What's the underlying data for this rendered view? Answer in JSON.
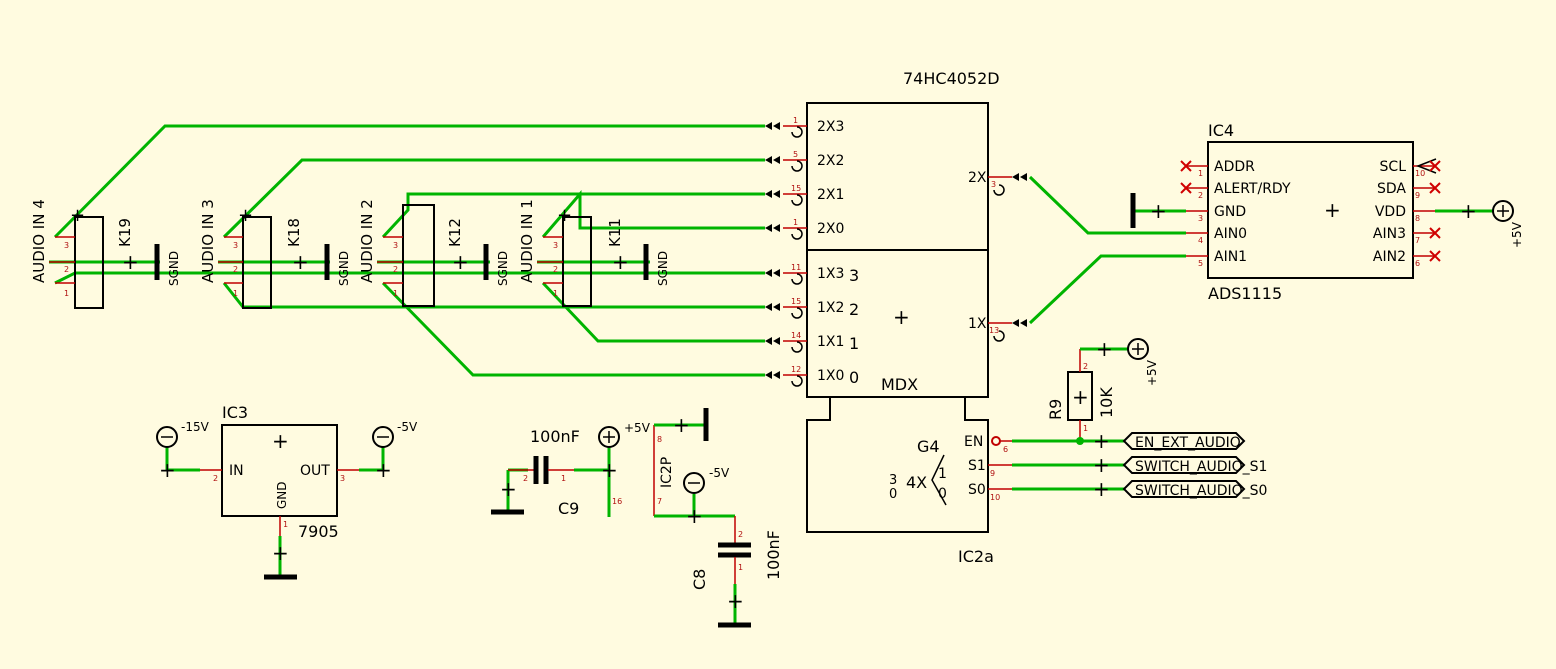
{
  "chips": {
    "mux": {
      "name": "74HC4052D",
      "part": "IC2a",
      "block_label": "MDX",
      "pins_left": [
        {
          "label": "2X3",
          "num": "1"
        },
        {
          "label": "2X2",
          "num": "5"
        },
        {
          "label": "2X1",
          "num": "15"
        },
        {
          "label": "2X0",
          "num": "1"
        },
        {
          "label": "1X3",
          "num": "11"
        },
        {
          "label": "1X2",
          "num": "15"
        },
        {
          "label": "1X1",
          "num": "14"
        },
        {
          "label": "1X0",
          "num": "12"
        }
      ],
      "channel_digits": [
        "3",
        "2",
        "1",
        "0"
      ],
      "pins_right": [
        {
          "label": "2X",
          "num": "3"
        },
        {
          "label": "1X",
          "num": "13"
        }
      ],
      "ctrl": {
        "gate": "G4",
        "range_label": "4X",
        "frac_num": "1",
        "frac_den": "0",
        "left_digit_top": "3",
        "left_digit_bottom": "0",
        "pins": [
          {
            "label": "EN",
            "num": "6"
          },
          {
            "label": "S1",
            "num": "9"
          },
          {
            "label": "S0",
            "num": "10"
          }
        ]
      }
    },
    "adc": {
      "name": "IC4",
      "part": "ADS1115",
      "pins_left": [
        {
          "label": "ADDR",
          "num": "1"
        },
        {
          "label": "ALERT/RDY",
          "num": "2"
        },
        {
          "label": "GND",
          "num": "3"
        },
        {
          "label": "AIN0",
          "num": "4"
        },
        {
          "label": "AIN1",
          "num": "5"
        }
      ],
      "pins_right": [
        {
          "label": "SCL",
          "num": "10"
        },
        {
          "label": "SDA",
          "num": "9"
        },
        {
          "label": "VDD",
          "num": "8"
        },
        {
          "label": "AIN3",
          "num": "7"
        },
        {
          "label": "AIN2",
          "num": "6"
        }
      ]
    },
    "reg": {
      "name": "IC3",
      "part": "7905",
      "in": "IN",
      "out": "OUT",
      "gnd": "GND",
      "pin_in": "2",
      "pin_out": "3",
      "pin_gnd": "1"
    }
  },
  "connectors": [
    {
      "ref": "K19",
      "label": "AUDIO IN 4",
      "gnd": "SGND",
      "pins": [
        "3",
        "2",
        "1"
      ]
    },
    {
      "ref": "K18",
      "label": "AUDIO IN 3",
      "gnd": "SGND",
      "pins": [
        "3",
        "2",
        "1"
      ]
    },
    {
      "ref": "K12",
      "label": "AUDIO IN 2",
      "gnd": "SGND",
      "pins": [
        "3",
        "2",
        "1"
      ]
    },
    {
      "ref": "K11",
      "label": "AUDIO IN 1",
      "gnd": "SGND",
      "pins": [
        "3",
        "2",
        "1"
      ]
    }
  ],
  "supplies": {
    "adc_vdd": "+5V",
    "r9_top": "+5V",
    "c9_top": "+5V",
    "reg_in": "-15V",
    "reg_out": "-5V",
    "c8_top": "-5V"
  },
  "resistor": {
    "ref": "R9",
    "value": "10K",
    "pin_top": "2",
    "pin_bottom": "1"
  },
  "caps": {
    "c9": {
      "ref": "C9",
      "value": "100nF",
      "pin_a": "2",
      "pin_b": "1"
    },
    "c8": {
      "ref": "C8",
      "value": "100nF",
      "pin_a": "2",
      "pin_b": "1"
    }
  },
  "power_unit": {
    "label": "IC2P",
    "pin_top": "8",
    "pin_mid": "16",
    "pin_bottom": "7"
  },
  "net_labels": [
    "EN_EXT_AUDIO",
    "SWITCH_AUDIO_S1",
    "SWITCH_AUDIO_S0"
  ],
  "colors": {
    "background": "#fffbe0",
    "wire": "#00b400",
    "pin": "#c00000"
  }
}
